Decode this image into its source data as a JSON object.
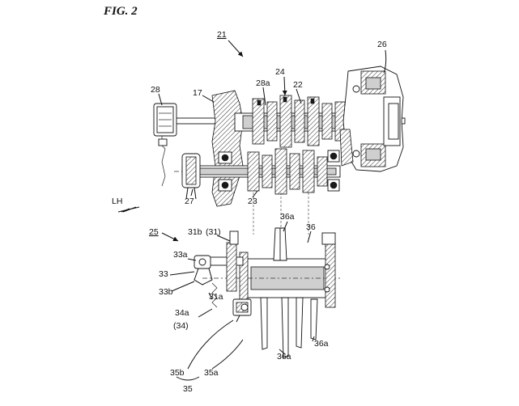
{
  "figure_title": "FIG. 2",
  "labels": {
    "assembly_21": "21",
    "ref_26": "26",
    "ref_24": "24",
    "ref_28a": "28a",
    "ref_22": "22",
    "ref_28": "28",
    "ref_17": "17",
    "ref_27": "27",
    "ref_23": "23",
    "direction_lh": "LH",
    "assembly_25": "25",
    "ref_31b": "31b",
    "ref_31b_paren": "(31)",
    "ref_36a_top": "36a",
    "ref_36": "36",
    "ref_33a": "33a",
    "ref_33": "33",
    "ref_33b": "33b",
    "ref_31a": "31a",
    "ref_34a": "34a",
    "ref_34_paren": "(34)",
    "ref_36a_bottom": "36a",
    "ref_36a_right": "36a",
    "ref_35b": "35b",
    "ref_35a": "35a",
    "ref_35": "35"
  }
}
